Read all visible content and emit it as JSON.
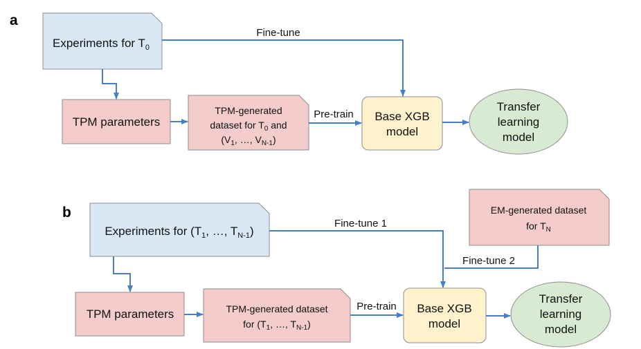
{
  "colors": {
    "blue_fill": "#dae8f6",
    "blue_stroke": "#8c8c8c",
    "red_fill": "#f4cccc",
    "yellow_fill": "#fff2cc",
    "green_fill": "#d9ead3",
    "arrow": "#4a7ec4",
    "box_stroke": "#8c8c8c"
  },
  "panel_a": {
    "label": "a",
    "experiments": {
      "text": "Experiments for T",
      "sub": "0"
    },
    "tpm_params": "TPM parameters",
    "dataset": {
      "line1": "TPM-generated",
      "line2": "dataset for T",
      "line2_sub": "0",
      "line2_end": " and",
      "line3_a": "(V",
      "line3_sub1": "1",
      "line3_b": ", …, V",
      "line3_sub2": "N-1",
      "line3_c": ")"
    },
    "base_model": {
      "line1": "Base XGB",
      "line2": "model"
    },
    "transfer_model": {
      "line1": "Transfer",
      "line2": "learning",
      "line3": "model"
    },
    "edge_finetune": "Fine-tune",
    "edge_pretrain": "Pre-train"
  },
  "panel_b": {
    "label": "b",
    "experiments": {
      "a": "Experiments for (T",
      "sub1": "1",
      "b": ", …, T",
      "sub2": "N-1",
      "c": ")"
    },
    "tpm_params": "TPM parameters",
    "dataset": {
      "line1": "TPM-generated dataset",
      "line2_a": "for (T",
      "line2_sub1": "1",
      "line2_b": ", …, T",
      "line2_sub2": "N-1",
      "line2_c": ")"
    },
    "em_dataset": {
      "line1": "EM-generated dataset",
      "line2_a": "for T",
      "line2_sub": "N"
    },
    "base_model": {
      "line1": "Base XGB",
      "line2": "model"
    },
    "transfer_model": {
      "line1": "Transfer",
      "line2": "learning",
      "line3": "model"
    },
    "edge_finetune1": "Fine-tune 1",
    "edge_finetune2": "Fine-tune 2",
    "edge_pretrain": "Pre-train"
  }
}
